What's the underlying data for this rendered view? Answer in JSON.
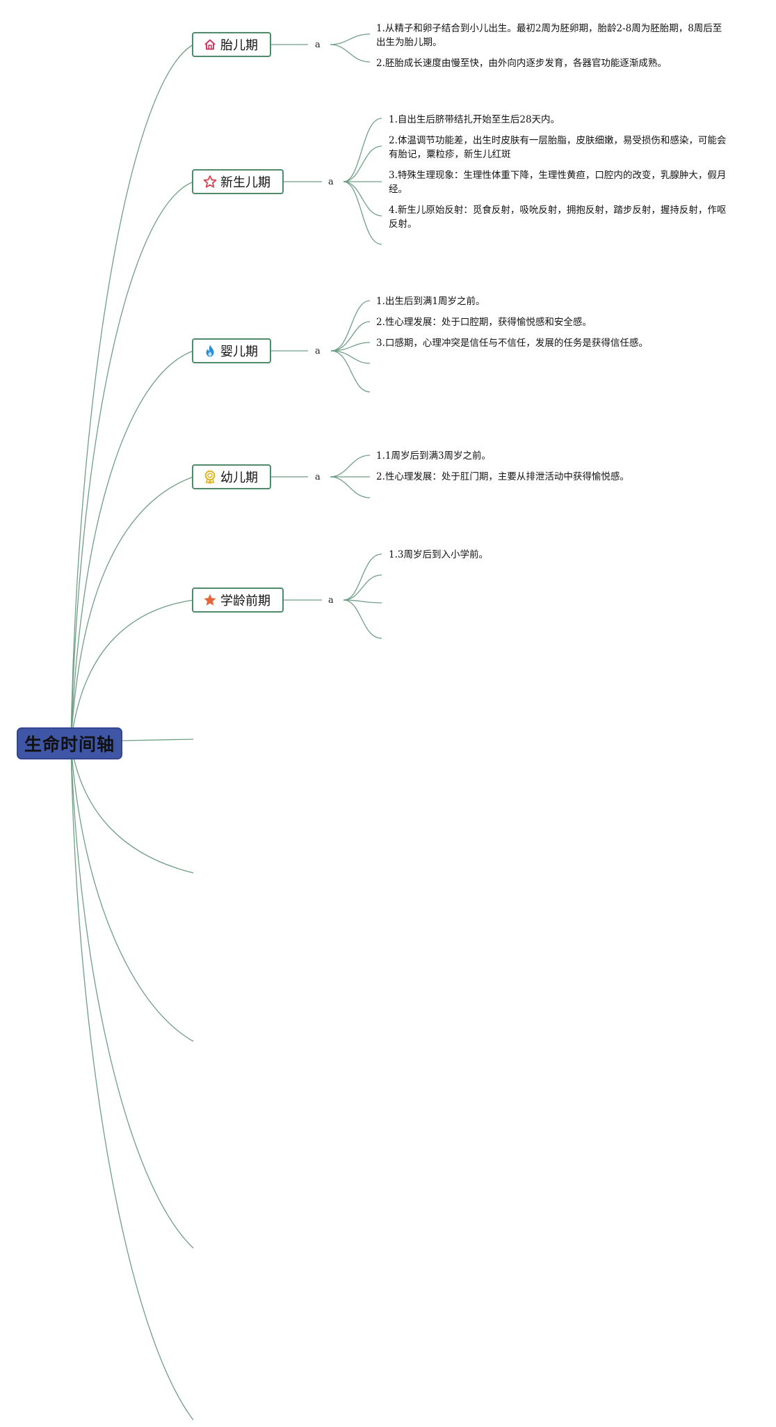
{
  "root": {
    "label": "生命时间轴"
  },
  "branches": [
    {
      "label": "胎儿期",
      "icon": "home-icon",
      "icon_color": "#d03a63",
      "sub_label": "a",
      "items": [
        "1.从精子和卵子结合到小儿出生。最初2周为胚卵期，胎龄2-8周为胚胎期，8周后至出生为胎儿期。",
        "2.胚胎成长速度由慢至快，由外向内逐步发育，各器官功能逐渐成熟。"
      ]
    },
    {
      "label": "新生儿期",
      "icon": "star-outline-icon",
      "icon_color": "#d9414f",
      "sub_label": "a",
      "items": [
        "1.自出生后脐带结扎开始至生后28天内。",
        "2.体温调节功能差，出生时皮肤有一层胎脂，皮肤细嫩，易受损伤和感染，可能会有胎记，粟粒疹，新生儿红斑",
        "3.特殊生理现象：生理性体重下降，生理性黄疸，口腔内的改变，乳腺肿大，假月经。",
        "4.新生儿原始反射：觅食反射，吸吮反射，拥抱反射，踏步反射，握持反射，作呕反射。"
      ]
    },
    {
      "label": "婴儿期",
      "icon": "flame-icon",
      "icon_color": "#2b8fd6",
      "sub_label": "a",
      "items": [
        "1.出生后到满1周岁之前。",
        "2.性心理发展：处于口腔期，获得愉悦感和安全感。",
        "3.口感期，心理冲突是信任与不信任，发展的任务是获得信任感。"
      ]
    },
    {
      "label": "幼儿期",
      "icon": "award-badge-icon",
      "icon_color": "#e0b526",
      "sub_label": "a",
      "items": [
        "1.1周岁后到满3周岁之前。",
        "2.性心理发展：处于肛门期，主要从排泄活动中获得愉悦感。"
      ]
    },
    {
      "label": "学龄前期",
      "icon": "star-filled-icon",
      "icon_color": "#e2673a",
      "sub_label": "a",
      "items": [
        "1.3周岁后到入小学前。"
      ]
    }
  ],
  "colors": {
    "link": "#6f9e86",
    "root_fill": "#3f55a5",
    "branch_border": "#4f8a6a"
  }
}
